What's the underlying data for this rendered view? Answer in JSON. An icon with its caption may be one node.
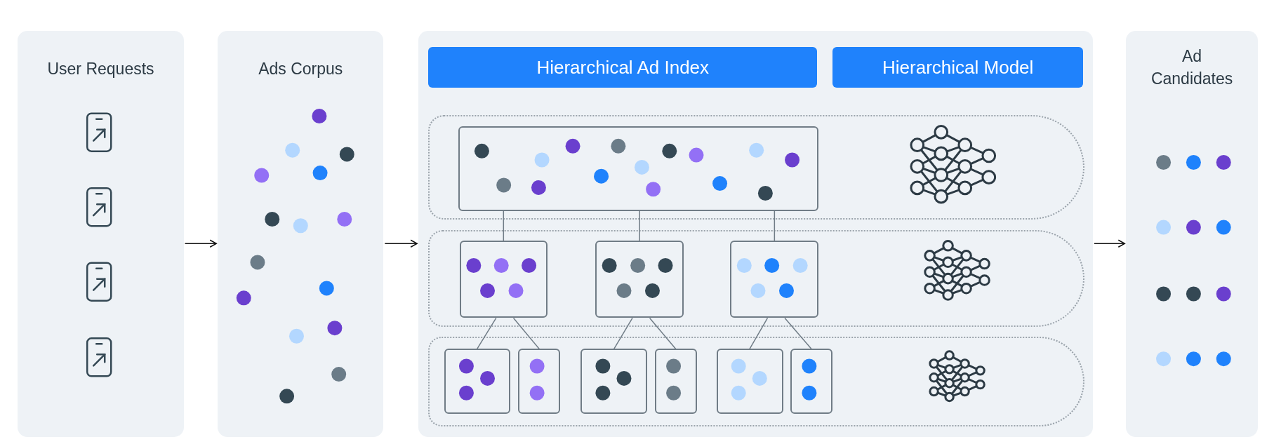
{
  "diagram": {
    "nodes": [
      {
        "text": [
          "User Requests"
        ]
      },
      {
        "text": [
          "Ads Corpus"
        ]
      },
      {
        "text": [],
        "shape": "box"
      },
      {
        "text": [
          "Hierarchical Ad Index"
        ],
        "in": 2
      },
      {
        "text": [
          "Hierarchical Model"
        ],
        "in": 2
      },
      {
        "text": [],
        "shape": "band",
        "in": 2
      },
      {
        "text": [],
        "shape": "band",
        "in": 2
      },
      {
        "text": [],
        "shape": "band",
        "in": 2
      },
      {
        "text": [],
        "shape": "box",
        "in": 5
      },
      {
        "text": [],
        "shape": "box",
        "in": 6
      },
      {
        "text": [],
        "shape": "box",
        "in": 6
      },
      {
        "text": [],
        "shape": "box",
        "in": 6
      },
      {
        "text": [],
        "shape": "box",
        "in": 7
      },
      {
        "text": [],
        "shape": "box",
        "in": 7
      },
      {
        "text": [],
        "shape": "box",
        "in": 7
      },
      {
        "text": [],
        "shape": "box",
        "in": 7
      },
      {
        "text": [],
        "shape": "box",
        "in": 7
      },
      {
        "text": [],
        "shape": "box",
        "in": 7
      },
      {
        "text": [
          "Ad Candidates"
        ]
      }
    ],
    "edges": [
      {
        "from": 0,
        "to": 1,
        "arrow": "to",
        "color": "#111111"
      },
      {
        "from": 1,
        "to": 2,
        "arrow": "to",
        "color": "#111111"
      },
      {
        "from": 2,
        "to": 18,
        "arrow": "to",
        "color": "#111111"
      },
      {
        "from": 8,
        "to": 9,
        "arrow": "none"
      },
      {
        "from": 8,
        "to": 10,
        "arrow": "none"
      },
      {
        "from": 8,
        "to": 11,
        "arrow": "none"
      },
      {
        "from": 9,
        "to": 12,
        "arrow": "none"
      },
      {
        "from": 9,
        "to": 13,
        "arrow": "none"
      },
      {
        "from": 10,
        "to": 14,
        "arrow": "none"
      },
      {
        "from": 10,
        "to": 15,
        "arrow": "none"
      },
      {
        "from": 11,
        "to": 16,
        "arrow": "none"
      },
      {
        "from": 11,
        "to": 17,
        "arrow": "none"
      }
    ]
  }
}
